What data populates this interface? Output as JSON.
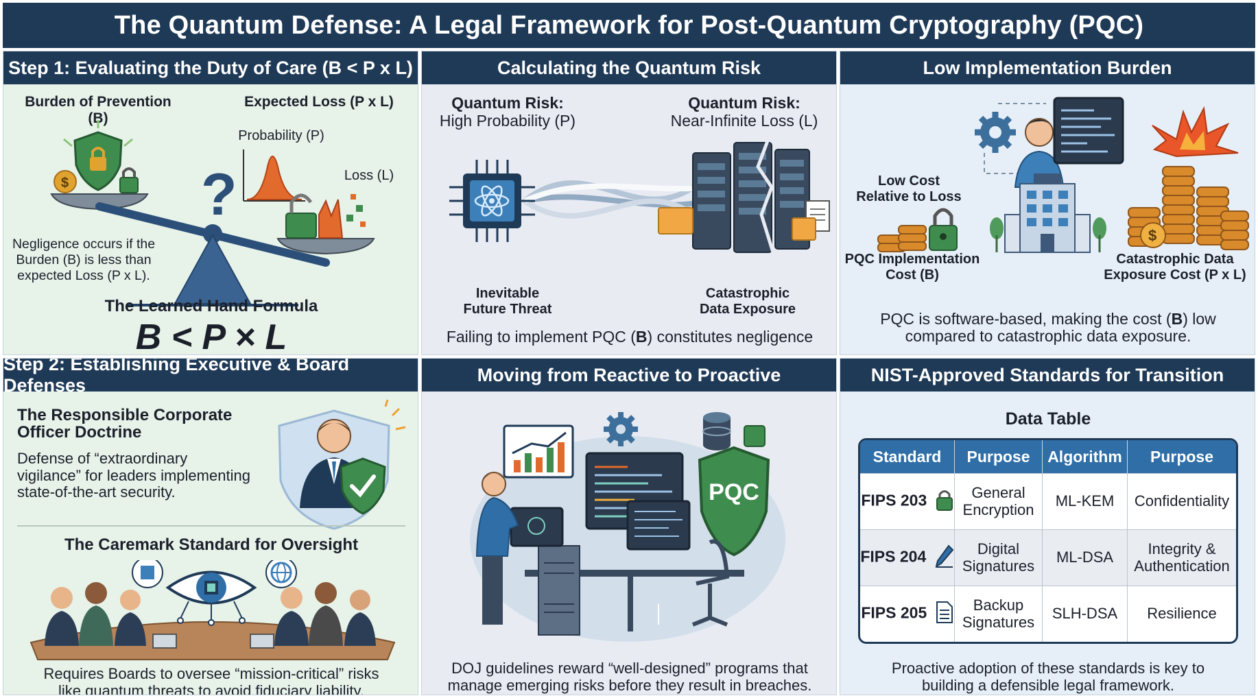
{
  "title": "The Quantum Defense: A Legal Framework for Post-Quantum Cryptography (PQC)",
  "panels": {
    "step1": {
      "header": "Step 1: Evaluating the Duty of Care (B < P x L)",
      "burden_label": "Burden of Prevention (B)",
      "expected_label": "Expected Loss (P x L)",
      "probability_label": "Probability (P)",
      "loss_label": "Loss (L)",
      "negligence_text": [
        "Negligence occurs if the",
        "Burden (B) is less than",
        "expected Loss (P x L)."
      ],
      "formula_title": "The Learned Hand Formula",
      "formula": "B < P × L"
    },
    "risk": {
      "header": "Calculating the Quantum Risk",
      "left_label": [
        "Quantum Risk:",
        "High Probability (P)"
      ],
      "right_label": [
        "Quantum Risk:",
        "Near-Infinite Loss (L)"
      ],
      "left_caption": [
        "Inevitable",
        "Future Threat"
      ],
      "right_caption": [
        "Catastrophic",
        "Data Exposure"
      ],
      "footer_pre": "Failing to implement PQC (",
      "footer_bold": "B",
      "footer_post": ") constitutes negligence"
    },
    "burden": {
      "header": "Low Implementation Burden",
      "low_cost": [
        "Low Cost",
        "Relative to Loss"
      ],
      "pqc_cost": [
        "PQC Implementation",
        "Cost (B)"
      ],
      "exposure_cost": [
        "Catastrophic Data",
        "Exposure Cost (P x L)"
      ],
      "footer_pre": "PQC is software-based, making the cost (",
      "footer_bold": "B",
      "footer_post": ") low",
      "footer_line2": "compared to catastrophic data exposure."
    },
    "step2": {
      "header": "Step 2: Establishing Executive & Board Defenses",
      "doctrine_title": [
        "The Responsible Corporate",
        "Officer Doctrine"
      ],
      "doctrine_text": [
        "Defense of “extraordinary",
        "vigilance” for leaders implementing",
        "state-of-the-art security."
      ],
      "caremark_title": "The Caremark Standard for Oversight",
      "caremark_text": [
        "Requires Boards to oversee “mission-critical” risks",
        "like quantum threats to avoid fiduciary liability."
      ]
    },
    "proactive": {
      "header": "Moving from Reactive to Proactive",
      "shield_label": "PQC",
      "footer": [
        "DOJ guidelines reward “well-designed” programs that",
        "manage emerging risks before they result in breaches."
      ]
    },
    "nist": {
      "header": "NIST-Approved Standards for Transition",
      "table_title": "Data Table",
      "columns": [
        "Standard",
        "Purpose",
        "Algorithm",
        "Purpose"
      ],
      "rows": [
        {
          "standard": "FIPS 203",
          "icon": "lock-icon",
          "purpose": [
            "General",
            "Encryption"
          ],
          "algorithm": "ML-KEM",
          "purpose2": [
            "Confidentiality"
          ]
        },
        {
          "standard": "FIPS 204",
          "icon": "pen-icon",
          "purpose": [
            "Digital",
            "Signatures"
          ],
          "algorithm": "ML-DSA",
          "purpose2": [
            "Integrity &",
            "Authentication"
          ]
        },
        {
          "standard": "FIPS 205",
          "icon": "document-icon",
          "purpose": [
            "Backup",
            "Signatures"
          ],
          "algorithm": "SLH-DSA",
          "purpose2": [
            "Resilience"
          ]
        }
      ],
      "footer": [
        "Proactive adoption of these standards is key to",
        "building a defensible legal framework."
      ]
    }
  },
  "colors": {
    "header_bg": "#1f3a57",
    "green_panel": "#e7f2e9",
    "lavender_panel": "#e8ebf2",
    "blue_panel": "#e6eff7",
    "accent_green": "#3f8c4f",
    "accent_orange": "#e26a2c",
    "coin_gold": "#d98a2b"
  }
}
